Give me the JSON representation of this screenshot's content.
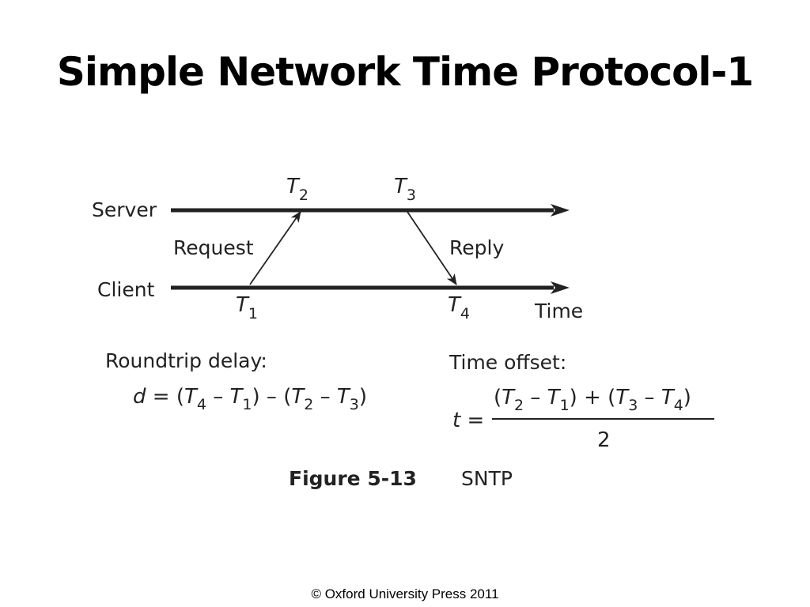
{
  "title": "Simple Network Time Protocol-1",
  "diagram": {
    "server_label": "Server",
    "client_label": "Client",
    "request_label": "Request",
    "reply_label": "Reply",
    "time_label": "Time",
    "t_symbol": "T",
    "t2_sub": "2",
    "t3_sub": "3",
    "t1_sub": "1",
    "t4_sub": "4"
  },
  "formulas": {
    "roundtrip_label": "Roundtrip delay:",
    "offset_label": "Time offset:",
    "d_var": "d",
    "t_var": "t",
    "equals": "=",
    "minus": "–",
    "plus": "+",
    "open_paren": "(",
    "close_paren": ")",
    "denominator": "2"
  },
  "figure_caption": {
    "number": "Figure 5-13",
    "name": "SNTP"
  },
  "copyright": "© Oxford University Press 2011"
}
